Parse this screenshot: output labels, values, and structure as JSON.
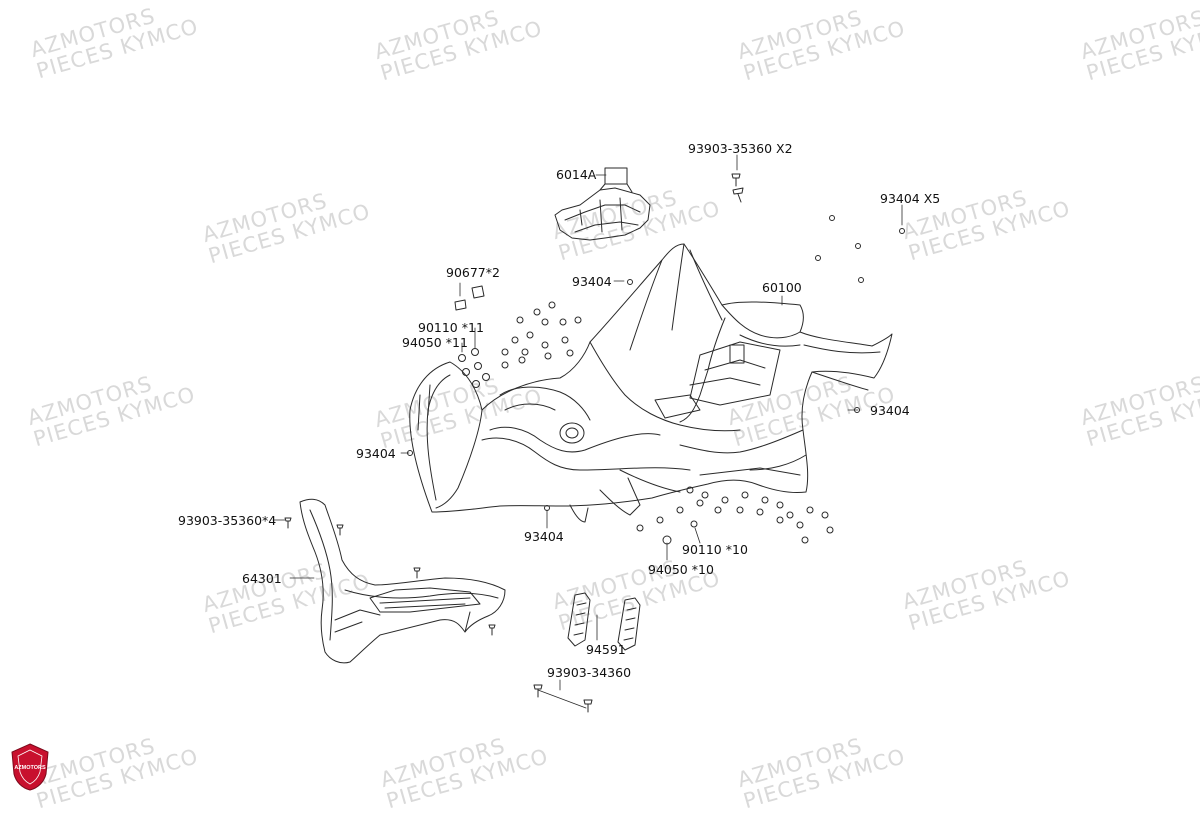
{
  "watermark": {
    "line1": "AZMOTORS",
    "line2": "PIECES KYMCO"
  },
  "logo": {
    "text": "AZMOTORS",
    "color": "#c8102e"
  },
  "line_color": "#2a2a2a",
  "labels": {
    "p6014A": "6014A",
    "p93903_35360_x2": "93903-35360 X2",
    "p93404_x5": "93404 X5",
    "p90677": "90677*2",
    "p93404_a": "93404",
    "p60100": "60100",
    "p90110_11": "90110 *11",
    "p94050_11": "94050 *11",
    "p93404_b": "93404",
    "p93404_c": "93404",
    "p93903_35360_4": "93903-35360*4",
    "p93404_d": "93404",
    "p90110_10": "90110 *10",
    "p94050_10": "94050 *10",
    "p64301": "64301",
    "p94591": "94591",
    "p93903_34360": "93903-34360"
  }
}
